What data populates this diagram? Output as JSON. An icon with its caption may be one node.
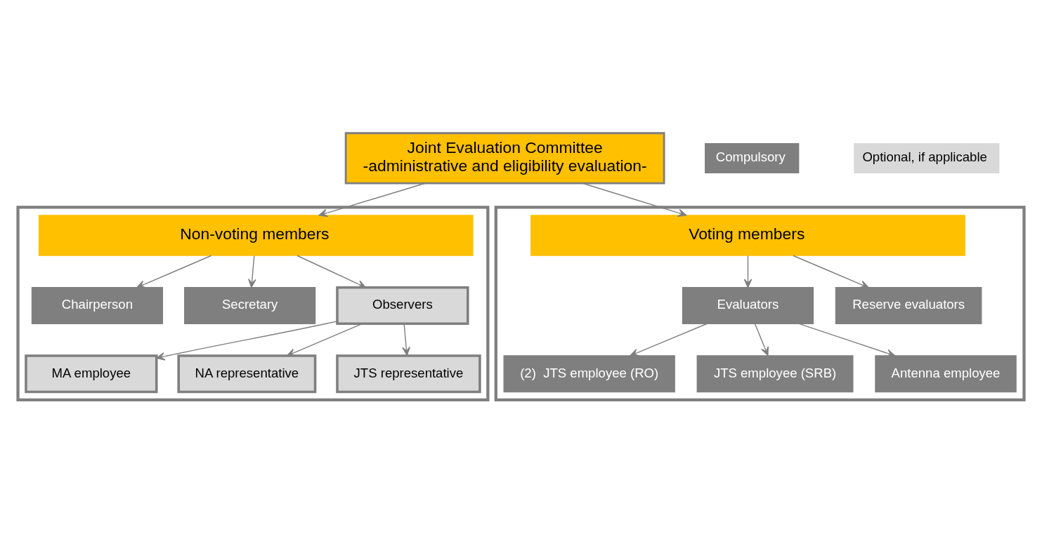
{
  "diagram": {
    "nodes": [
      {
        "text": [
          "Joint Evaluation Committee",
          "-administrative and eligibility evaluation-"
        ]
      },
      {
        "text": [
          "Non-voting members"
        ]
      },
      {
        "text": [
          "Chairperson"
        ],
        "in": 1
      },
      {
        "text": [
          "Secretary"
        ],
        "in": 1
      },
      {
        "text": [
          "Observers"
        ],
        "in": 1
      },
      {
        "text": [
          "MA employee"
        ],
        "in": 1
      },
      {
        "text": [
          "NA representative"
        ],
        "in": 1
      },
      {
        "text": [
          "JTS representative"
        ],
        "in": 1
      },
      {
        "text": [
          "Voting members"
        ]
      },
      {
        "text": [
          "Evaluators"
        ],
        "in": 8
      },
      {
        "text": [
          "(2)  JTS employee (RO)"
        ],
        "in": 8
      },
      {
        "text": [
          "JTS employee (SRB)"
        ],
        "in": 8
      },
      {
        "text": [
          "Antenna employee"
        ],
        "in": 8
      },
      {
        "text": [
          "Reserve evaluators"
        ],
        "in": 8
      }
    ],
    "edges": [
      {
        "from": 0,
        "to": 1,
        "arrow": "to"
      },
      {
        "from": 0,
        "to": 8,
        "arrow": "to"
      },
      {
        "from": 1,
        "to": 2,
        "arrow": "to"
      },
      {
        "from": 1,
        "to": 3,
        "arrow": "to"
      },
      {
        "from": 1,
        "to": 4,
        "arrow": "to"
      },
      {
        "from": 4,
        "to": 5,
        "arrow": "to"
      },
      {
        "from": 4,
        "to": 6,
        "arrow": "to"
      },
      {
        "from": 4,
        "to": 7,
        "arrow": "to"
      },
      {
        "from": 8,
        "to": 9,
        "arrow": "to"
      },
      {
        "from": 9,
        "to": 10,
        "arrow": "to"
      },
      {
        "from": 9,
        "to": 11,
        "arrow": "to"
      },
      {
        "from": 9,
        "to": 12,
        "arrow": "to"
      },
      {
        "from": 8,
        "to": 13,
        "arrow": "to"
      }
    ],
    "legend": [
      {
        "text": "Compulsory",
        "color": "#7f7f7f"
      },
      {
        "text": "Optional, if applicable",
        "color": "#d9d9d9"
      }
    ]
  }
}
